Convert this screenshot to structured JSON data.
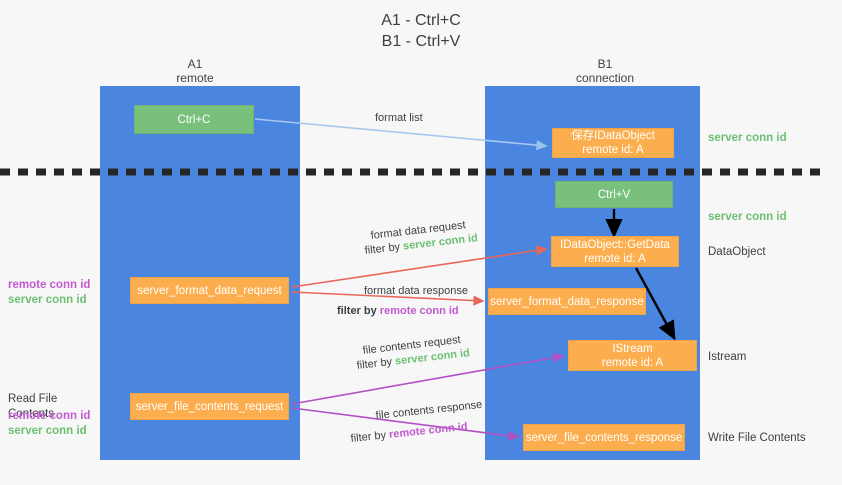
{
  "title": "A1 - Ctrl+C\nB1 - Ctrl+V",
  "columns": {
    "left": {
      "name": "A1",
      "role": "remote",
      "label": "A1\nremote"
    },
    "right": {
      "name": "B1",
      "role": "connection",
      "label": "B1\nconnection"
    }
  },
  "colors": {
    "lane": "#4a86e0",
    "green_box": "#78c07c",
    "orange_box": "#fcae4e",
    "server_conn_id": "#6cbf73",
    "remote_conn_id": "#c25ad0",
    "arrow_blue": "#a8c7f0",
    "arrow_red": "#e8675a",
    "arrow_purple": "#b24fc4",
    "arrow_black": "#000000",
    "background": "#f7f7f7",
    "text": "#3c4043"
  },
  "boxes": {
    "ctrl_c": "Ctrl+C",
    "save_idataobject": "保存IDataObject\nremote id: A",
    "ctrl_v": "Ctrl+V",
    "idataobject_getdata": "IDataObject::GetData\nremote id: A",
    "istream": "IStream\nremote id: A",
    "server_format_data_request": "server_format_data_request",
    "server_format_data_response": "server_format_data_response",
    "server_file_contents_request": "server_file_contents_request",
    "server_file_contents_response": "server_file_contents_response"
  },
  "right_labels": {
    "server_conn_id_top": "server conn id",
    "server_conn_id_mid": "server conn id",
    "dataobject": "DataObject",
    "istream": "Istream",
    "write_file_contents": "Write File Contents"
  },
  "left_labels": {
    "remote_conn_id_1": "remote conn id",
    "server_conn_id_1": "server conn id",
    "read_file_contents": "Read File Contents",
    "remote_conn_id_2": "remote conn id",
    "server_conn_id_2": "server conn id"
  },
  "annotations": {
    "format_list": "format list",
    "format_data_request": "format data request",
    "filter_by": "filter by ",
    "filter_server_conn_id": "server conn id",
    "filter_remote_conn_id": "remote conn id",
    "format_data_response": "format data response",
    "file_contents_request": "file contents request",
    "file_contents_response": "file contents response"
  }
}
